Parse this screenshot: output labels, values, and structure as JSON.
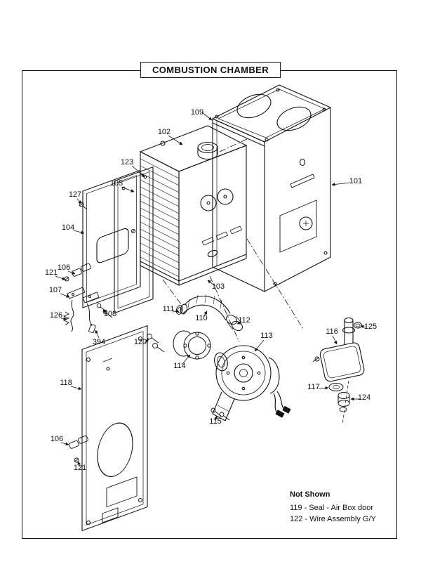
{
  "header": {
    "title": "COMBUSTION CHAMBER"
  },
  "not_shown": {
    "heading": "Not Shown",
    "items": [
      "119 - Seal - Air Box door",
      "122 - Wire Assembly G/Y"
    ]
  },
  "callouts": [
    "109",
    "102",
    "123",
    "105",
    "127",
    "104",
    "101",
    "106",
    "121",
    "107",
    "126",
    "108",
    "394",
    "103",
    "111",
    "110",
    "112",
    "113",
    "120",
    "114",
    "116",
    "125",
    "117",
    "124",
    "118",
    "115",
    "106",
    "121"
  ],
  "colors": {
    "ink": "#111111",
    "background": "#ffffff"
  }
}
